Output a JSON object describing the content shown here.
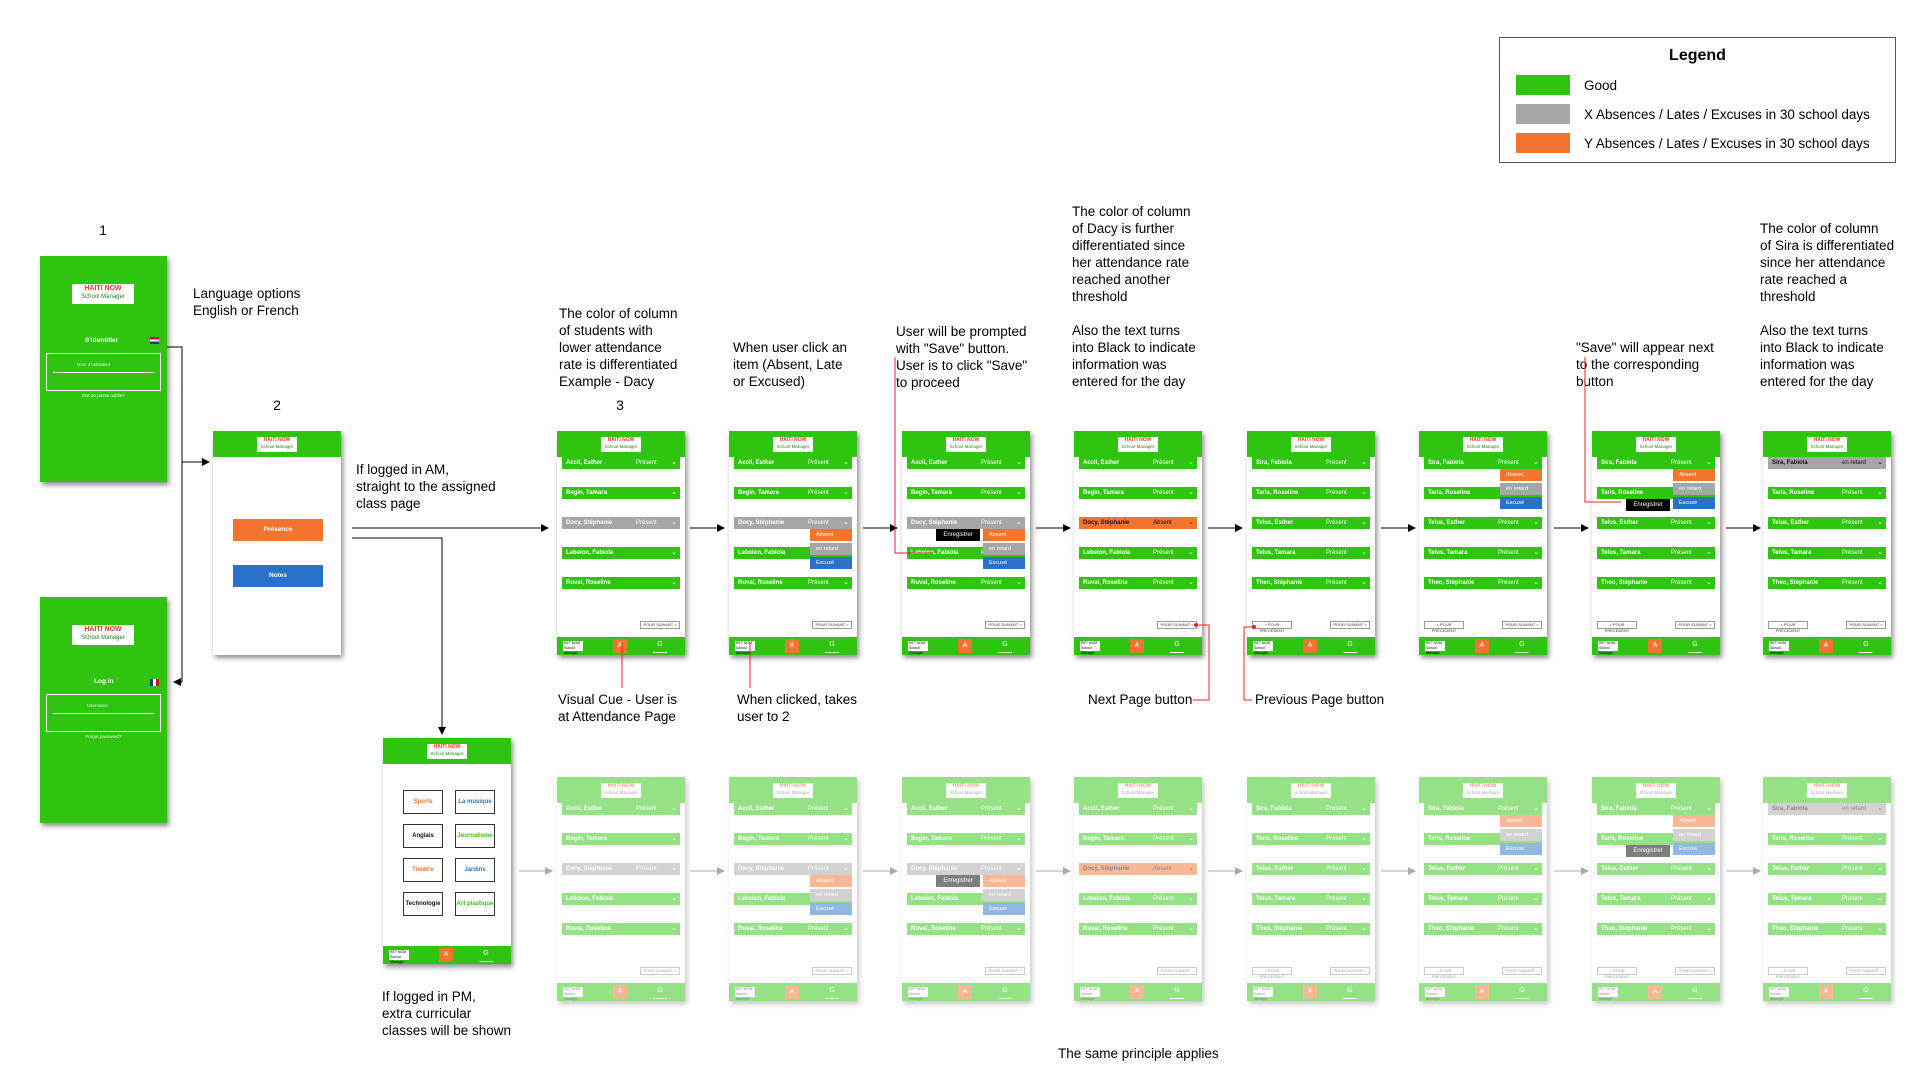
{
  "legend": {
    "title": "Legend",
    "items": [
      {
        "color": "#2ec40f",
        "label": "Good"
      },
      {
        "color": "#a6a6a6",
        "label": "X Absences / Lates / Excuses in 30 school days"
      },
      {
        "color": "#f4742e",
        "label": "Y Absences / Lates / Excuses in 30 school days"
      }
    ]
  },
  "numbers": {
    "n1": "1",
    "n2": "2",
    "n3": "3"
  },
  "login": {
    "fr": {
      "logo_title": "HAITI NOW",
      "logo_sub": "School Manager",
      "title": "S'identifier",
      "field_hint": "Nom d'utilisateur",
      "forgot": "Mot de passe oublié?"
    },
    "en": {
      "logo_title": "HAITI NOW",
      "logo_sub": "School Manager",
      "title": "Log In",
      "field_hint": "Username",
      "forgot": "Forgot password?"
    }
  },
  "menu": {
    "logo_title": "HAITI NOW",
    "logo_sub": "School Manager",
    "presence": "Présence",
    "notes": "Notes"
  },
  "extra": {
    "logo_title": "HAITI NOW",
    "logo_sub": "School Manager",
    "items": [
      "Sports",
      "La musique",
      "Anglais",
      "Journalisme",
      "Théâtre",
      "Jardins",
      "Technologie",
      "Art plastique"
    ],
    "item_colors": [
      "#f4742e",
      "#2a72c9",
      "#111",
      "#2ec40f",
      "#f4742e",
      "#2a72c9",
      "#111",
      "#2ec40f"
    ],
    "footer_a": "A",
    "footer_c": "G"
  },
  "common": {
    "logo_title": "HAITI NOW",
    "logo_sub": "School Manager",
    "next": "POUR SUIVANT >",
    "prev": "< POUR PRECEDENT",
    "footer_small": "RET NOM School Manager",
    "footer_a": "A",
    "footer_c": "G",
    "save": "Enregistrer",
    "absent": "Absent",
    "late": "en retard",
    "excused": "Excusé",
    "present": "Présent"
  },
  "annotations": {
    "lang": "Language options\nEnglish or French",
    "am": "If logged in AM,\nstraight to the assigned\nclass page",
    "pm": "If logged in PM,\nextra curricular\nclasses will be shown",
    "c3": "The color of column\nof students with\nlower attendance\nrate is differentiated\nExample - Dacy",
    "c4": "When user click an\nitem (Absent, Late\nor Excused)",
    "c5": "User will be prompted\nwith \"Save\" button.\nUser is to click \"Save\"\nto proceed",
    "c6": "The color of column\nof Dacy is further\ndifferentiated since\nher attendance rate\nreached another\nthreshold\n\nAlso the text turns\n into Black to indicate\ninformation was\nentered for the day",
    "c8": "\"Save\" will appear next\nto the corresponding\nbutton",
    "c9": "The color of column\nof Sira is differentiated\nsince her attendance\nrate reached a\nthreshold\n\n Also the text turns\ninto Black to indicate\ninformation was\nentered for the day",
    "visual": "Visual Cue - User is\nat Attendance Page",
    "clicked": "When clicked, takes\nuser to 2",
    "next": "Next Page button",
    "prev": "Previous Page button",
    "same": "The same principle applies"
  },
  "screens": [
    {
      "rows": [
        [
          "Accil, Esther",
          "Présent",
          ""
        ],
        [
          "Begin, Tamara",
          "",
          ""
        ],
        [
          "Docy, Stéphanie",
          "Présent",
          "gray"
        ],
        [
          "Lebeion, Fabiola",
          "",
          ""
        ],
        [
          "Ruval, Roseline",
          "",
          ""
        ]
      ],
      "dd": false,
      "save": false,
      "pager": "next"
    },
    {
      "rows": [
        [
          "Accil, Esther",
          "Présent",
          ""
        ],
        [
          "Begin, Tamara",
          "Présent",
          ""
        ],
        [
          "Docy, Stéphanie",
          "Présent",
          "gray"
        ],
        [
          "Lebeion, Fabiola",
          "",
          ""
        ],
        [
          "Ruval, Roseline",
          "Présent",
          ""
        ]
      ],
      "dd": 2,
      "save": false,
      "pager": "next"
    },
    {
      "rows": [
        [
          "Accil, Esther",
          "Présent",
          ""
        ],
        [
          "Begin, Tamara",
          "Présent",
          ""
        ],
        [
          "Docy, Stéphanie",
          "Présent",
          "gray"
        ],
        [
          "Lebeion, Fabiola",
          "Présent",
          ""
        ],
        [
          "Ruval, Roseline",
          "Présent",
          ""
        ]
      ],
      "dd": 2,
      "save": 2,
      "pager": "next"
    },
    {
      "rows": [
        [
          "Accil, Esther",
          "Présent",
          ""
        ],
        [
          "Begin, Tamara",
          "Présent",
          ""
        ],
        [
          "Docy, Stéphanie",
          "Absent",
          "orange black"
        ],
        [
          "Lebeion, Fabiola",
          "Présent",
          ""
        ],
        [
          "Ruval, Roseline",
          "Présent",
          ""
        ]
      ],
      "dd": false,
      "save": false,
      "pager": "next"
    },
    {
      "rows": [
        [
          "Sira, Fabiola",
          "Présent",
          ""
        ],
        [
          "Taris, Roseline",
          "Présent",
          ""
        ],
        [
          "Telus, Esther",
          "Présent",
          ""
        ],
        [
          "Telus, Tamara",
          "Présent",
          ""
        ],
        [
          "Theo, Stéphanie",
          "Présent",
          ""
        ]
      ],
      "dd": false,
      "save": false,
      "pager": "both"
    },
    {
      "rows": [
        [
          "Sira, Fabiola",
          "Présent",
          ""
        ],
        [
          "Taris, Roseline",
          "",
          ""
        ],
        [
          "Telus, Esther",
          "Présent",
          ""
        ],
        [
          "Telus, Tamara",
          "Présent",
          ""
        ],
        [
          "Theo, Stéphanie",
          "Présent",
          ""
        ]
      ],
      "dd": 0,
      "save": false,
      "pager": "both"
    },
    {
      "rows": [
        [
          "Sira, Fabiola",
          "Présent",
          ""
        ],
        [
          "Taris, Roseline",
          "",
          ""
        ],
        [
          "Telus, Esther",
          "Présent",
          ""
        ],
        [
          "Telus, Tamara",
          "Présent",
          ""
        ],
        [
          "Theo, Stéphanie",
          "Présent",
          ""
        ]
      ],
      "dd": 0,
      "save": 1,
      "pager": "both"
    },
    {
      "rows": [
        [
          "Sira, Fabiola",
          "en retard",
          "gray black"
        ],
        [
          "Taris, Roseline",
          "Présent",
          ""
        ],
        [
          "Telus, Esther",
          "Présent",
          ""
        ],
        [
          "Telus, Tamara",
          "Présent",
          ""
        ],
        [
          "Theo, Stéphanie",
          "Présent",
          ""
        ]
      ],
      "dd": false,
      "save": false,
      "pager": "both"
    }
  ]
}
